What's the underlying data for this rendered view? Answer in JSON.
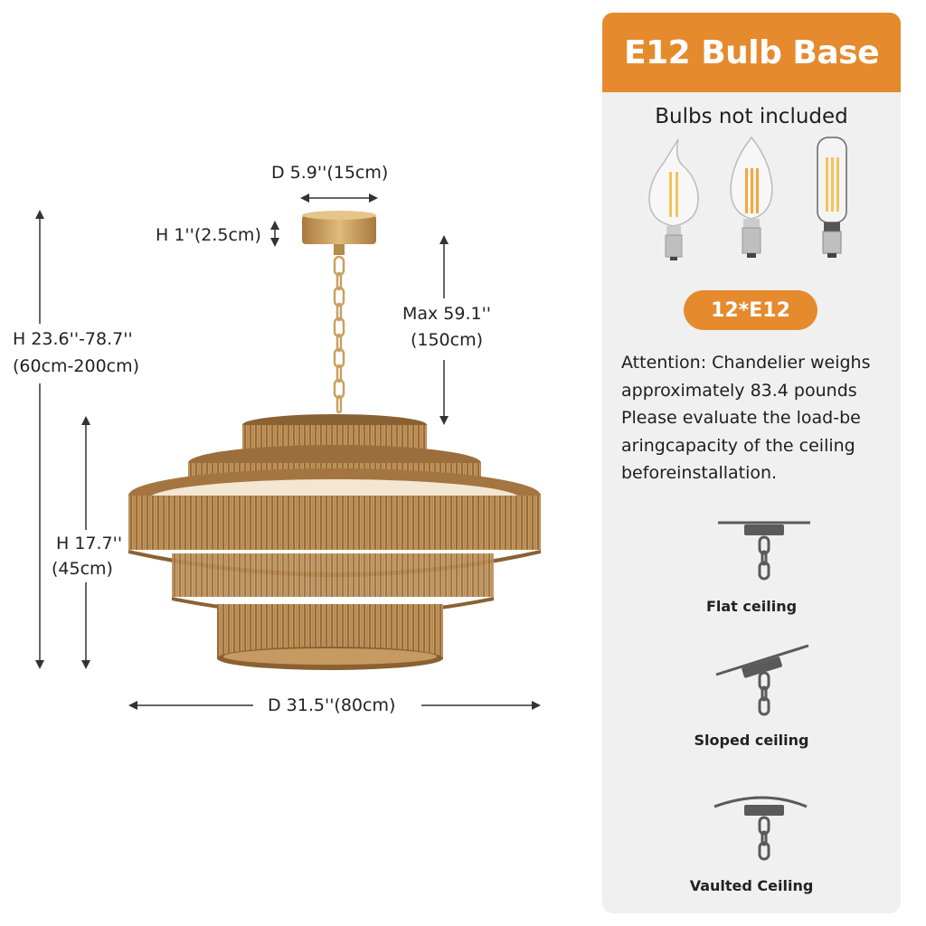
{
  "dimensions": {
    "canopy_diameter": "D 5.9''(15cm)",
    "canopy_height": "H 1''(2.5cm)",
    "chain_max_line1": "Max 59.1''",
    "chain_max_line2": "(150cm)",
    "total_height_line1": "H 23.6''-78.7''",
    "total_height_line2": "(60cm-200cm)",
    "body_height_line1": "H 17.7''",
    "body_height_line2": "(45cm)",
    "body_diameter": "D 31.5''(80cm)"
  },
  "panel": {
    "title": "E12 Bulb Base",
    "subtitle": "Bulbs not included",
    "bulb_icons": [
      "flame-tip-candle-bulb-icon",
      "torpedo-candle-bulb-icon",
      "tubular-bulb-icon"
    ],
    "badge": "12*E12",
    "attention_lines": [
      "Attention: Chandelier weighs",
      "approximately 83.4 pounds",
      "Please evaluate the load-be",
      "aringcapacity of the ceiling",
      "beforeinstallation."
    ],
    "mounts": [
      {
        "label": "Flat ceiling",
        "icon": "flat-ceiling-mount-icon"
      },
      {
        "label": "Sloped ceiling",
        "icon": "sloped-ceiling-mount-icon"
      },
      {
        "label": "Vaulted Ceiling",
        "icon": "vaulted-ceiling-mount-icon"
      }
    ]
  },
  "colors": {
    "accent": "#e58a2d",
    "panel_bg": "#f0f0f0",
    "rattan": "#b98a52",
    "brass": "#c9a061",
    "mount_gray": "#5a5a5a"
  }
}
